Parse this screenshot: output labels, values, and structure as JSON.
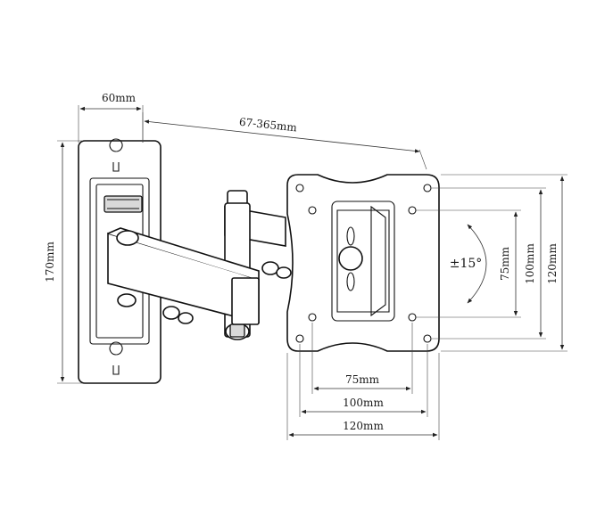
{
  "dimensions": {
    "plate_width": "60mm",
    "arm_extension": "67-365mm",
    "plate_height": "170mm",
    "vesa_h_75": "75mm",
    "vesa_h_100": "100mm",
    "vesa_h_120": "120mm",
    "vesa_v_75": "75mm",
    "vesa_v_100": "100mm",
    "vesa_v_120": "120mm",
    "tilt": "±15°"
  },
  "colors": {
    "line": "#111111",
    "background": "#ffffff"
  }
}
